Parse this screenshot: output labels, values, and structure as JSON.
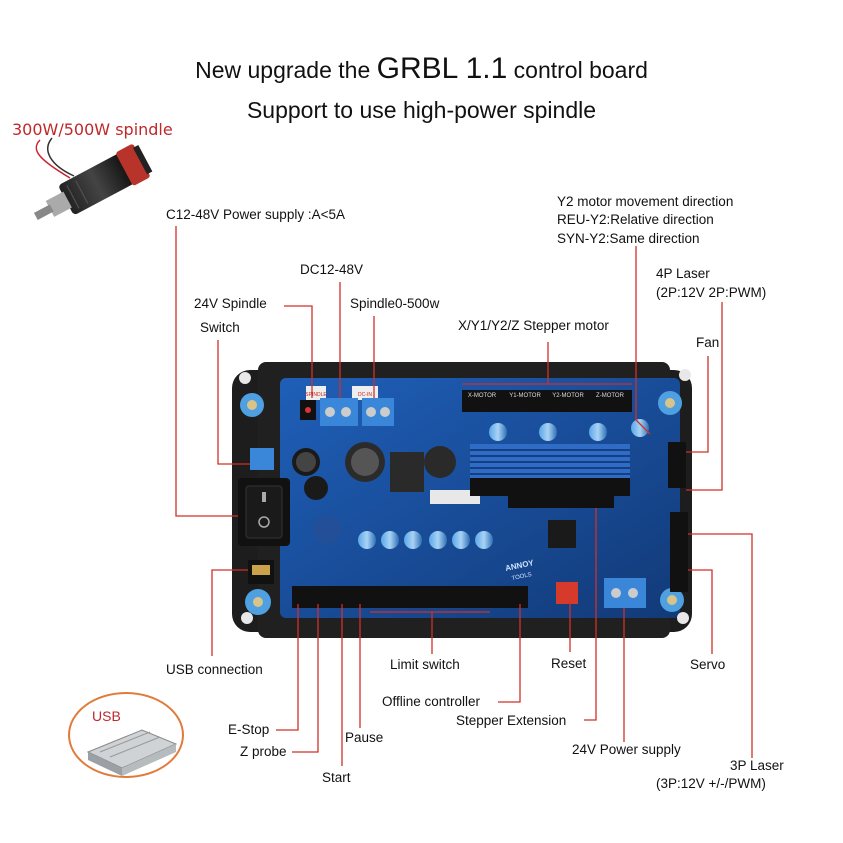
{
  "title": {
    "line1_prefix": "New upgrade the ",
    "line1_emphasis": "GRBL 1.1",
    "line1_suffix": " control board",
    "line2": "Support to use high-power spindle"
  },
  "spindle": {
    "title": "300W/500W spindle"
  },
  "usb_box": {
    "title": "USB"
  },
  "colors": {
    "callout_line": "#d0302a",
    "board": "#1b4f9e",
    "terminal": "#3a86d8",
    "usb_ring": "#e07b39"
  },
  "labels": {
    "power_supply": "C12-48V Power supply :A<5A",
    "dc12_48v": "DC12-48V",
    "spindle_24v": "24V Spindle",
    "spindle_0_500w": "Spindle0-500w",
    "switch": "Switch",
    "stepper_motor": "X/Y1/Y2/Z Stepper motor",
    "y2_direction": "Y2 motor movement direction",
    "reu_y2": "REU-Y2:Relative direction",
    "syn_y2": "SYN-Y2:Same direction",
    "laser_4p_line1": "4P Laser",
    "laser_4p_line2": "(2P:12V 2P:PWM)",
    "fan": "Fan",
    "usb_connection": "USB connection",
    "limit_switch": "Limit switch",
    "reset": "Reset",
    "servo": "Servo",
    "offline_controller": "Offline controller",
    "stepper_extension": "Stepper Extension",
    "e_stop": "E-Stop",
    "z_probe": "Z probe",
    "pause": "Pause",
    "start": "Start",
    "power_24v": "24V Power supply",
    "laser_3p_line1": "3P Laser",
    "laser_3p_line2": "(3P:12V +/-/PWM)"
  },
  "board": {
    "motor_labels": [
      "X-MOTOR",
      "Y1-MOTOR",
      "Y2-MOTOR",
      "Z-MOTOR"
    ],
    "brand_line1": "ANNOY",
    "brand_line2": "TOOLS",
    "terminal_tags": [
      "SPINDLE",
      "DC-IN"
    ]
  }
}
